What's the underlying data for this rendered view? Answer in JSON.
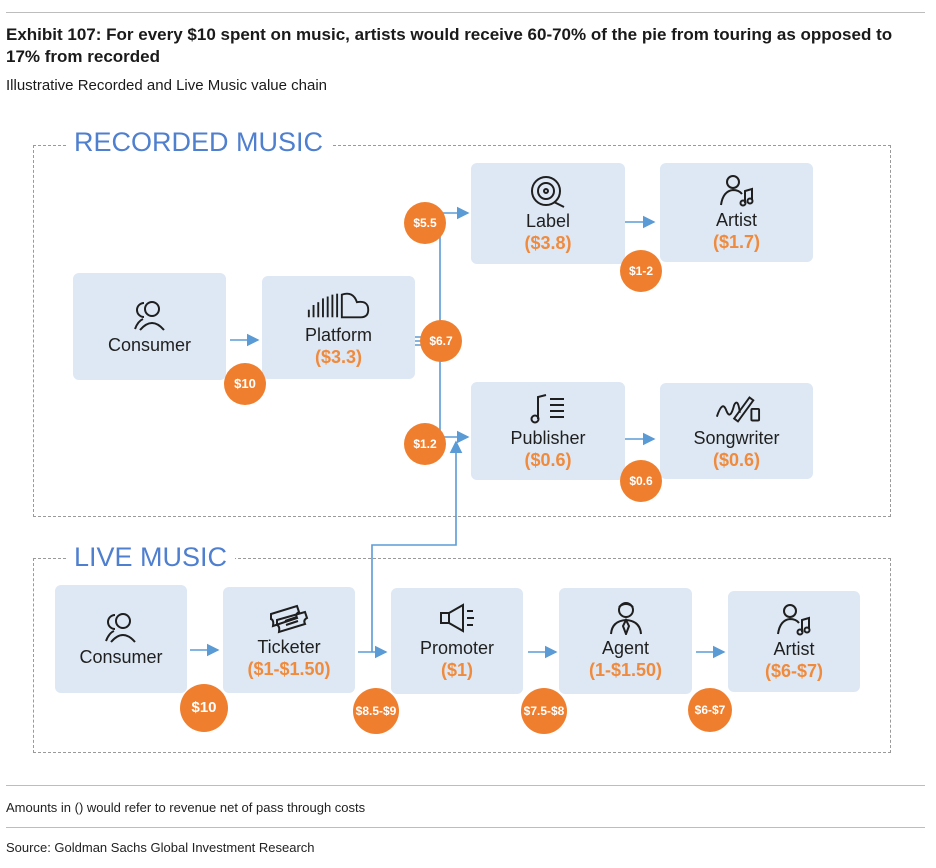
{
  "header": {
    "title": "Exhibit 107: For every $10 spent on music, artists would receive 60-70% of the pie from touring as opposed to 17% from recorded",
    "subtitle": "Illustrative Recorded and Live Music value chain"
  },
  "recorded": {
    "label": "RECORDED MUSIC",
    "consumer": {
      "name": "Consumer",
      "icon": "people-icon"
    },
    "platform": {
      "name": "Platform",
      "amount": "($3.3)",
      "icon": "soundcloud-icon"
    },
    "label_node": {
      "name": "Label",
      "amount": "($3.8)",
      "icon": "vinyl-record-icon"
    },
    "artist": {
      "name": "Artist",
      "amount": "($1.7)",
      "icon": "artist-music-icon"
    },
    "publisher": {
      "name": "Publisher",
      "amount": "($0.6)",
      "icon": "sheet-music-icon"
    },
    "songwriter": {
      "name": "Songwriter",
      "amount": "($0.6)",
      "icon": "pen-signing-icon"
    },
    "badges": {
      "consumer_spend": "$10",
      "platform_out": "$6.7",
      "to_label": "$5.5",
      "to_publisher": "$1.2",
      "to_artist": "$1-2",
      "to_songwriter": "$0.6"
    }
  },
  "live": {
    "label": "LIVE MUSIC",
    "consumer": {
      "name": "Consumer",
      "icon": "people-icon"
    },
    "ticketer": {
      "name": "Ticketer",
      "amount": "($1-$1.50)",
      "icon": "tickets-icon"
    },
    "promoter": {
      "name": "Promoter",
      "amount": "($1)",
      "icon": "megaphone-icon"
    },
    "agent": {
      "name": "Agent",
      "amount": "(1-$1.50)",
      "icon": "agent-icon"
    },
    "artist": {
      "name": "Artist",
      "amount": "($6-$7)",
      "icon": "artist-music-icon"
    },
    "badges": {
      "consumer_spend": "$10",
      "to_promoter": "$8.5-$9",
      "to_agent": "$7.5-$8",
      "to_artist": "$6-$7"
    }
  },
  "footer": {
    "note": "Amounts in () would refer to revenue net of pass through costs",
    "source": "Source: Goldman Sachs Global Investment Research"
  },
  "colors": {
    "accent_blue": "#4f7fcf",
    "box_fill": "#dde8f4",
    "badge_orange": "#ef7f2f",
    "amount_orange": "#f08a3c",
    "arrow_blue": "#5b9bd5"
  }
}
